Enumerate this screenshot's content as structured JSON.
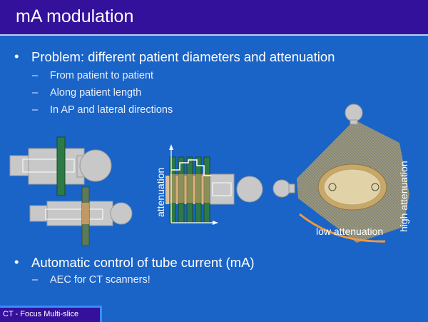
{
  "slide": {
    "title": "mA modulation",
    "bullets": [
      {
        "text": "Problem: different patient diameters and attenuation",
        "sub": [
          "From patient to patient",
          "Along patient length",
          "In AP and lateral directions"
        ]
      },
      {
        "text": "Automatic control of tube current (mA)",
        "sub": [
          "AEC for CT scanners!"
        ]
      }
    ],
    "footer": "CT - Focus Multi-slice"
  },
  "diagram": {
    "attenuation_label": "attenuation",
    "high_attenuation_label": "high attenuation",
    "low_attenuation_label": "low attenuation"
  },
  "colors": {
    "background": "#1a64c8",
    "header": "#33119a",
    "orange": "#f09a3e",
    "green": "#2e7a46",
    "body_gray": "#c8c8c8"
  }
}
